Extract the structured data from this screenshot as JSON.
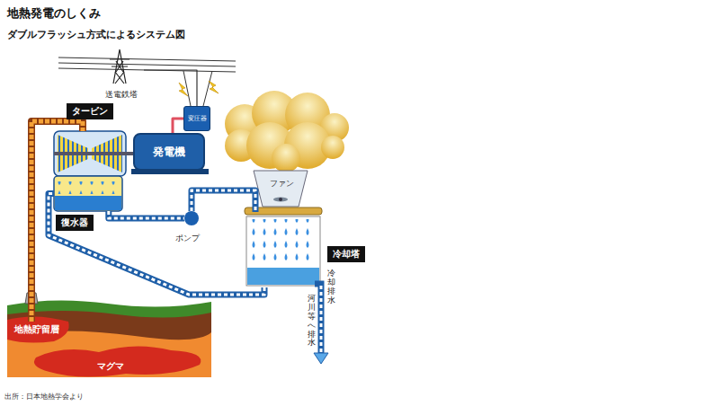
{
  "diagram": {
    "title": "地熱発電のしくみ",
    "nodes": [
      {
        "text": [
          "送電鉄塔"
        ]
      },
      {
        "text": [
          "変圧器"
        ]
      },
      {
        "text": [
          "タービン"
        ]
      },
      {
        "text": [
          "発電機"
        ]
      },
      {
        "text": [
          "冷却塔"
        ]
      },
      {
        "text": [
          "復水器"
        ]
      },
      {
        "text": [
          "ポンプ"
        ]
      },
      {
        "text": [
          "地熱貯留層"
        ]
      },
      {
        "text": [
          "マグマ"
        ]
      }
    ],
    "edges": [
      {
        "from": 7,
        "to": 2,
        "arrow": "none"
      },
      {
        "from": 3,
        "to": 1,
        "arrow": "none"
      },
      {
        "from": 1,
        "to": 0,
        "arrow": "none"
      },
      {
        "from": 5,
        "to": 6,
        "arrow": "none"
      },
      {
        "from": 6,
        "to": 4,
        "arrow": "none"
      },
      {
        "from": 4,
        "to": 5,
        "arrow": "none"
      }
    ],
    "labels": [
      "ダブルフラッシュ方式によるシステム図",
      "ファン",
      "冷却排水",
      "河川等へ排水",
      "出所：日本地熱学会より"
    ]
  }
}
